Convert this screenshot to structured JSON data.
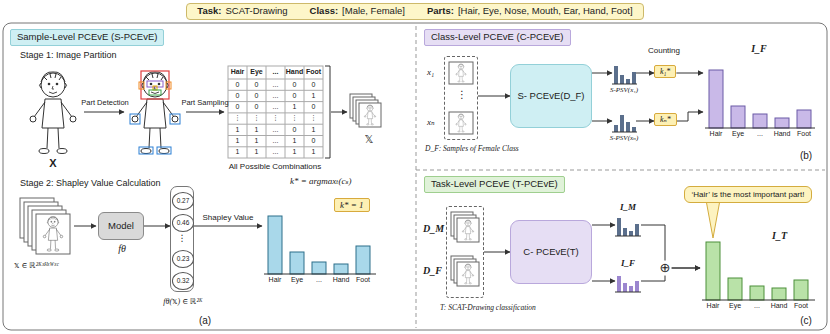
{
  "diagram": {
    "nodes": [
      {
        "text": [
          "Task:",
          "SCAT-Drawing",
          "Class:",
          "[Male, Female]",
          "Parts:",
          "[Hair, Eye, Nose, Mouth, Ear, Hand, Foot]"
        ]
      },
      {
        "text": [
          "Sample-Level PCEvE (S-PCEvE)"
        ]
      },
      {
        "text": [
          "Model",
          "fθ"
        ]
      },
      {
        "text": [
          "fθ(𝕩) ∈ ℝ²ᴷ"
        ]
      },
      {
        "text": [
          "0.27"
        ],
        "in": 3
      },
      {
        "text": [
          "0.46"
        ],
        "in": 3
      },
      {
        "text": [
          "0.23"
        ],
        "in": 3
      },
      {
        "text": [
          "0.32"
        ],
        "in": 3
      },
      {
        "text": [
          "Hair",
          "Eye",
          "...",
          "Hand",
          "Foot"
        ]
      },
      {
        "text": [
          "k* = 1"
        ]
      },
      {
        "text": [
          "Class-Level PCEvE (C-PCEvE)"
        ]
      },
      {
        "text": [
          "x₁",
          "⋮",
          "xₙ",
          "D_F: Samples of Female Class"
        ]
      },
      {
        "text": [
          "S- PCEvE(D_F)"
        ]
      },
      {
        "text": [
          "S-PSV(x₁)"
        ]
      },
      {
        "text": [
          "k₁*"
        ]
      },
      {
        "text": [
          "S-PSV(xₙ)"
        ]
      },
      {
        "text": [
          "kₙ*"
        ]
      },
      {
        "text": [
          "I_F",
          "Hair",
          "Eye",
          "...",
          "Hand",
          "Foot"
        ]
      },
      {
        "text": [
          "Task-Level PCEvE (T-PCEvE)"
        ]
      },
      {
        "text": [
          "D_M",
          "D_F"
        ]
      },
      {
        "text": [
          "C- PCEvE(T)"
        ]
      },
      {
        "text": [
          "I_M"
        ]
      },
      {
        "text": [
          "I_F"
        ]
      },
      {
        "text": [
          "I_T",
          "Hair",
          "Eye",
          "...",
          "Hand",
          "Foot"
        ]
      },
      {
        "text": [
          "‘Hair’ is the most important part!"
        ]
      }
    ],
    "edges": [
      {
        "from": 2,
        "to": 3,
        "arrow": "to"
      },
      {
        "from": 3,
        "to": 8,
        "label": "Shapley Value",
        "arrow": "to"
      },
      {
        "from": 11,
        "to": 12,
        "arrow": "to"
      },
      {
        "from": 12,
        "to": 13,
        "arrow": "to"
      },
      {
        "from": 13,
        "to": 14,
        "arrow": "to"
      },
      {
        "from": 12,
        "to": 15,
        "arrow": "to"
      },
      {
        "from": 15,
        "to": 16,
        "arrow": "to"
      },
      {
        "from": 14,
        "to": 17,
        "arrow": "to"
      },
      {
        "from": 16,
        "to": 17,
        "arrow": "to"
      },
      {
        "from": 19,
        "to": 20,
        "arrow": "to"
      },
      {
        "from": 20,
        "to": 21,
        "arrow": "to"
      },
      {
        "from": 20,
        "to": 22,
        "arrow": "to"
      },
      {
        "from": 21,
        "to": 23,
        "arrow": "to"
      },
      {
        "from": 22,
        "to": 23,
        "arrow": "to"
      }
    ],
    "labels": [
      "Stage 1: Image Partition",
      "X",
      "Part Detection",
      "Part Sampling",
      "Hair",
      "Eye",
      "...",
      "Hand",
      "Foot",
      "0",
      "0",
      "...",
      "0",
      "0",
      "0",
      "0",
      "...",
      "0",
      "1",
      "0",
      "0",
      "...",
      "1",
      "0",
      "⋮",
      "⋮",
      "⋮",
      "⋮",
      "⋮",
      "1",
      "1",
      "...",
      "0",
      "1",
      "1",
      "1",
      "...",
      "1",
      "0",
      "1",
      "1",
      "...",
      "1",
      "1",
      "All Possible Combinations",
      "𝕏",
      "Stage 2: Shapley Value Calculation",
      "𝕩 ∈ ℝ²ᴷˣᴴˣᵂˣᶜ",
      "⋮",
      "k* = argmaxₜ(cₛ)",
      "(a)",
      "Counting",
      "(b)",
      "⊕",
      "T: SCAT-Drawing classification",
      "(c)"
    ]
  }
}
